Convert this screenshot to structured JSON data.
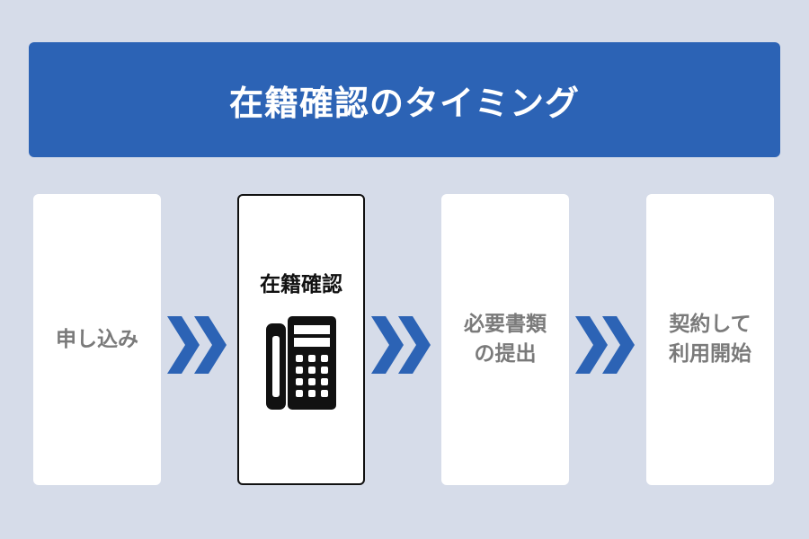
{
  "header": {
    "title": "在籍確認のタイミング"
  },
  "colors": {
    "background": "#d6dce9",
    "accent": "#2c63b5",
    "active_text": "#111111",
    "inactive_text": "#7a7a7a"
  },
  "steps": [
    {
      "lines": [
        "申し込み"
      ],
      "active": false
    },
    {
      "lines": [
        "在籍確認"
      ],
      "active": true,
      "icon": "phone-icon"
    },
    {
      "lines": [
        "必要書類",
        "の提出"
      ],
      "active": false
    },
    {
      "lines": [
        "契約して",
        "利用開始"
      ],
      "active": false
    }
  ],
  "connectors": {
    "icon": "double-chevron-right-icon"
  }
}
